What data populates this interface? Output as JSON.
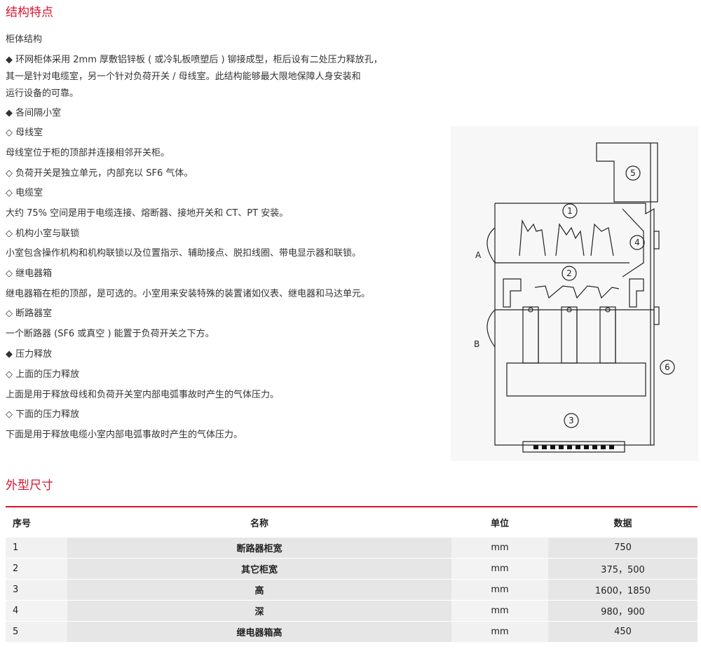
{
  "sections": {
    "structure_title": "结构特点",
    "dimensions_title": "外型尺寸"
  },
  "structure": {
    "lines": [
      "柜体结构",
      "◆ 环网柜体采用 2mm 厚敷铝锌板 ( 或冷轧板喷塑后 ) 铆接成型，柜后设有二处压力释放孔，",
      "其一是针对电缆室，另一个针对负荷开关 / 母线室。此结构能够最大限地保障人身安装和",
      "运行设备的可靠。",
      "◆ 各间隔小室",
      "◇ 母线室",
      "母线室位于柜的顶部并连接相邻开关柜。",
      "◇ 负荷开关是独立单元，内部充以 SF6 气体。",
      "◇ 电缆室",
      "大约 75% 空间是用于电缆连接、熔断器、接地开关和 CT、PT 安装。",
      "◇ 机构小室与联锁",
      "小室包含操作机构和机构联锁以及位置指示、辅助接点、脱扣线圈、带电显示器和联锁。",
      "◇ 继电器箱",
      " 继电器箱在柜的顶部，是可选的。小室用来安装特殊的装置诸如仪表、继电器和马达单元。",
      "◇ 断路器室",
      "一个断路器 (SF6 或真空 ) 能置于负荷开关之下方。",
      "◆ 压力释放",
      "◇ 上面的压力释放",
      "   上面是用于释放母线和负荷开关室内部电弧事故时产生的气体压力。",
      "◇ 下面的压力释放",
      "   下面是用于释放电缆小室内部电弧事故时产生的气体压力。"
    ]
  },
  "diagram": {
    "label_a": "A",
    "label_b": "B",
    "callouts": [
      "1",
      "2",
      "3",
      "4",
      "5",
      "6"
    ]
  },
  "table": {
    "headers": [
      "序号",
      "名称",
      "单位",
      "数据"
    ],
    "rows": [
      [
        "1",
        "断路器柜宽",
        "mm",
        "750"
      ],
      [
        "2",
        "其它柜宽",
        "mm",
        "375，500"
      ],
      [
        "3",
        "高",
        "mm",
        "1600，1850"
      ],
      [
        "4",
        "深",
        "mm",
        "980，900"
      ],
      [
        "5",
        "继电器箱高",
        "mm",
        "450"
      ]
    ]
  },
  "colors": {
    "accent": "#d9142f",
    "text": "#333333"
  }
}
